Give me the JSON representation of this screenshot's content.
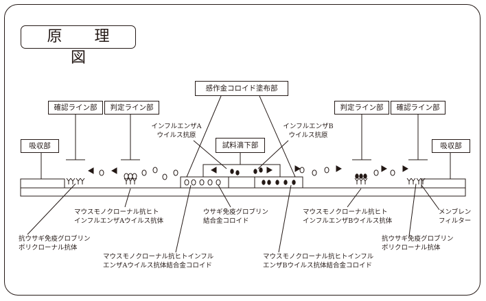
{
  "title": "原 理 図",
  "sections": {
    "absorbent_left": "吸収部",
    "control_line_left": "確認ライン部",
    "test_line_a": "判定ライン部",
    "colloid_pad": "感作金コロイド塗布部",
    "sample_pad": "試料滴下部",
    "test_line_b": "判定ライン部",
    "control_line_right": "確認ライン部",
    "absorbent_right": "吸収部"
  },
  "labels": {
    "antigen_a": [
      "インフルエンザA",
      "ウイルス抗原"
    ],
    "antigen_b": [
      "インフルエンザB",
      "ウイルス抗原"
    ],
    "mouse_anti_a": [
      "マウスモノクローナル抗ヒト",
      "インフルエンザAウイルス抗体"
    ],
    "rabbit_ig_colloid": [
      "ウサギ免疫グロブリン",
      "結合金コロイド"
    ],
    "mouse_anti_b": [
      "マウスモノクローナル抗ヒト",
      "インフルエンザBウイルス抗体"
    ],
    "membrane": [
      "メンブレン",
      "フィルター"
    ],
    "anti_rabbit_left": [
      "抗ウサギ免疫グロブリン",
      "ポリクローナル抗体"
    ],
    "colloid_a": [
      "マウスモノクローナル抗ヒトインフル",
      "エンザAウイルス抗体結合金コロイド"
    ],
    "colloid_b": [
      "マウスモノクローナル抗ヒトインフル",
      "エンザBウイルス抗体結合金コロイド"
    ],
    "anti_rabbit_right": [
      "抗ウサギ免疫グロブリン",
      "ポリクローナル抗体"
    ]
  },
  "colors": {
    "ink": "#231815",
    "background": "#ffffff"
  },
  "icons": [
    "flow-arrow-left-icon",
    "flow-arrow-right-icon",
    "antibody-icon",
    "gold-colloid-icon",
    "antigen-icon"
  ]
}
